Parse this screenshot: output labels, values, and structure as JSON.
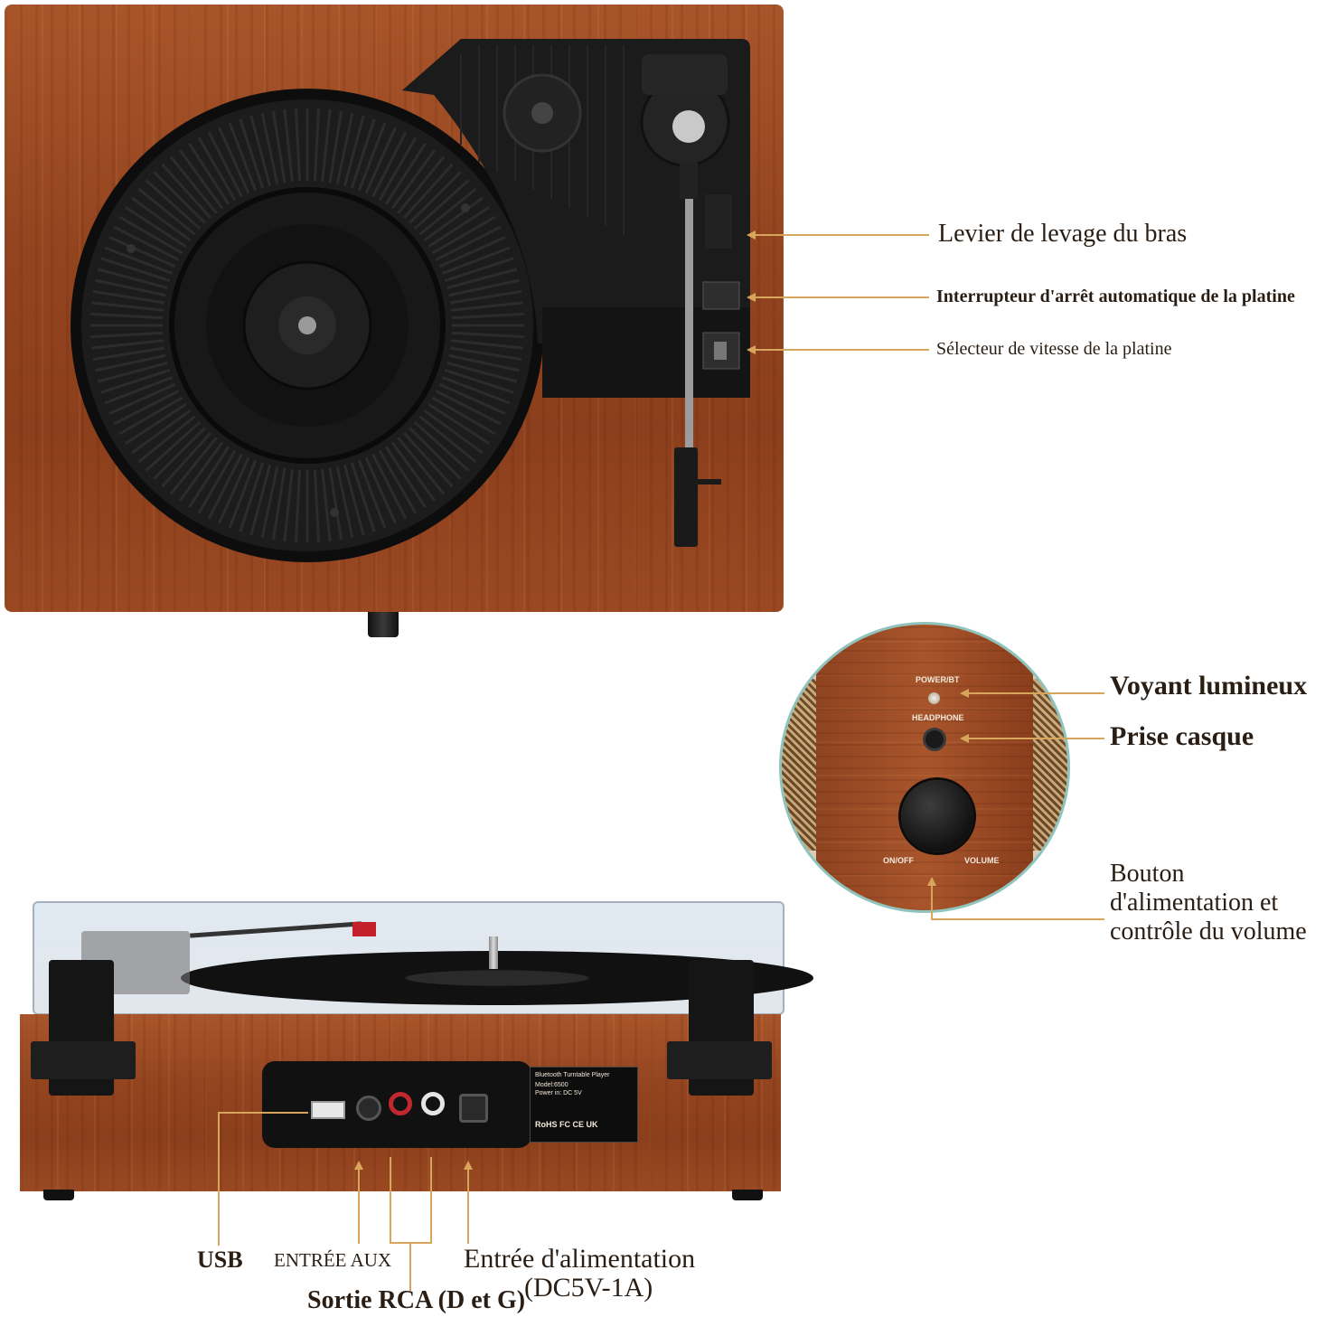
{
  "top_labels": {
    "tonearm_lift_lever": "Levier de levage du bras",
    "auto_stop_switch": "Interrupteur d'arrêt automatique de la platine",
    "speed_selector": "Sélecteur de vitesse de la platine"
  },
  "side_labels": {
    "indicator_light": "Voyant lumineux",
    "headphone_jack": "Prise casque",
    "power_volume_line1": "Bouton",
    "power_volume_line2": "d'alimentation et",
    "power_volume_line3": "contrôle du volume"
  },
  "panel_text": {
    "power_bt": "POWER/BT",
    "headphone": "HEADPHONE",
    "on_off": "ON/OFF",
    "volume": "VOLUME"
  },
  "rear_plate": {
    "title": "Bluetooth Turntable Player",
    "model": "Model:6500",
    "power": "Power in: DC 5V",
    "marks": "RoHS FC CE UK"
  },
  "bottom_labels": {
    "usb": "USB",
    "aux_in": "ENTRÉE AUX",
    "power_in_line1": "Entrée d'alimentation",
    "power_in_line2": "(DC5V-1A)",
    "rca_out": "Sortie RCA (D et G)"
  },
  "colors": {
    "leader": "#d7a65c",
    "wood": "#9a4922",
    "platter": "#151515",
    "panel_ring": "#8fc3bd"
  }
}
